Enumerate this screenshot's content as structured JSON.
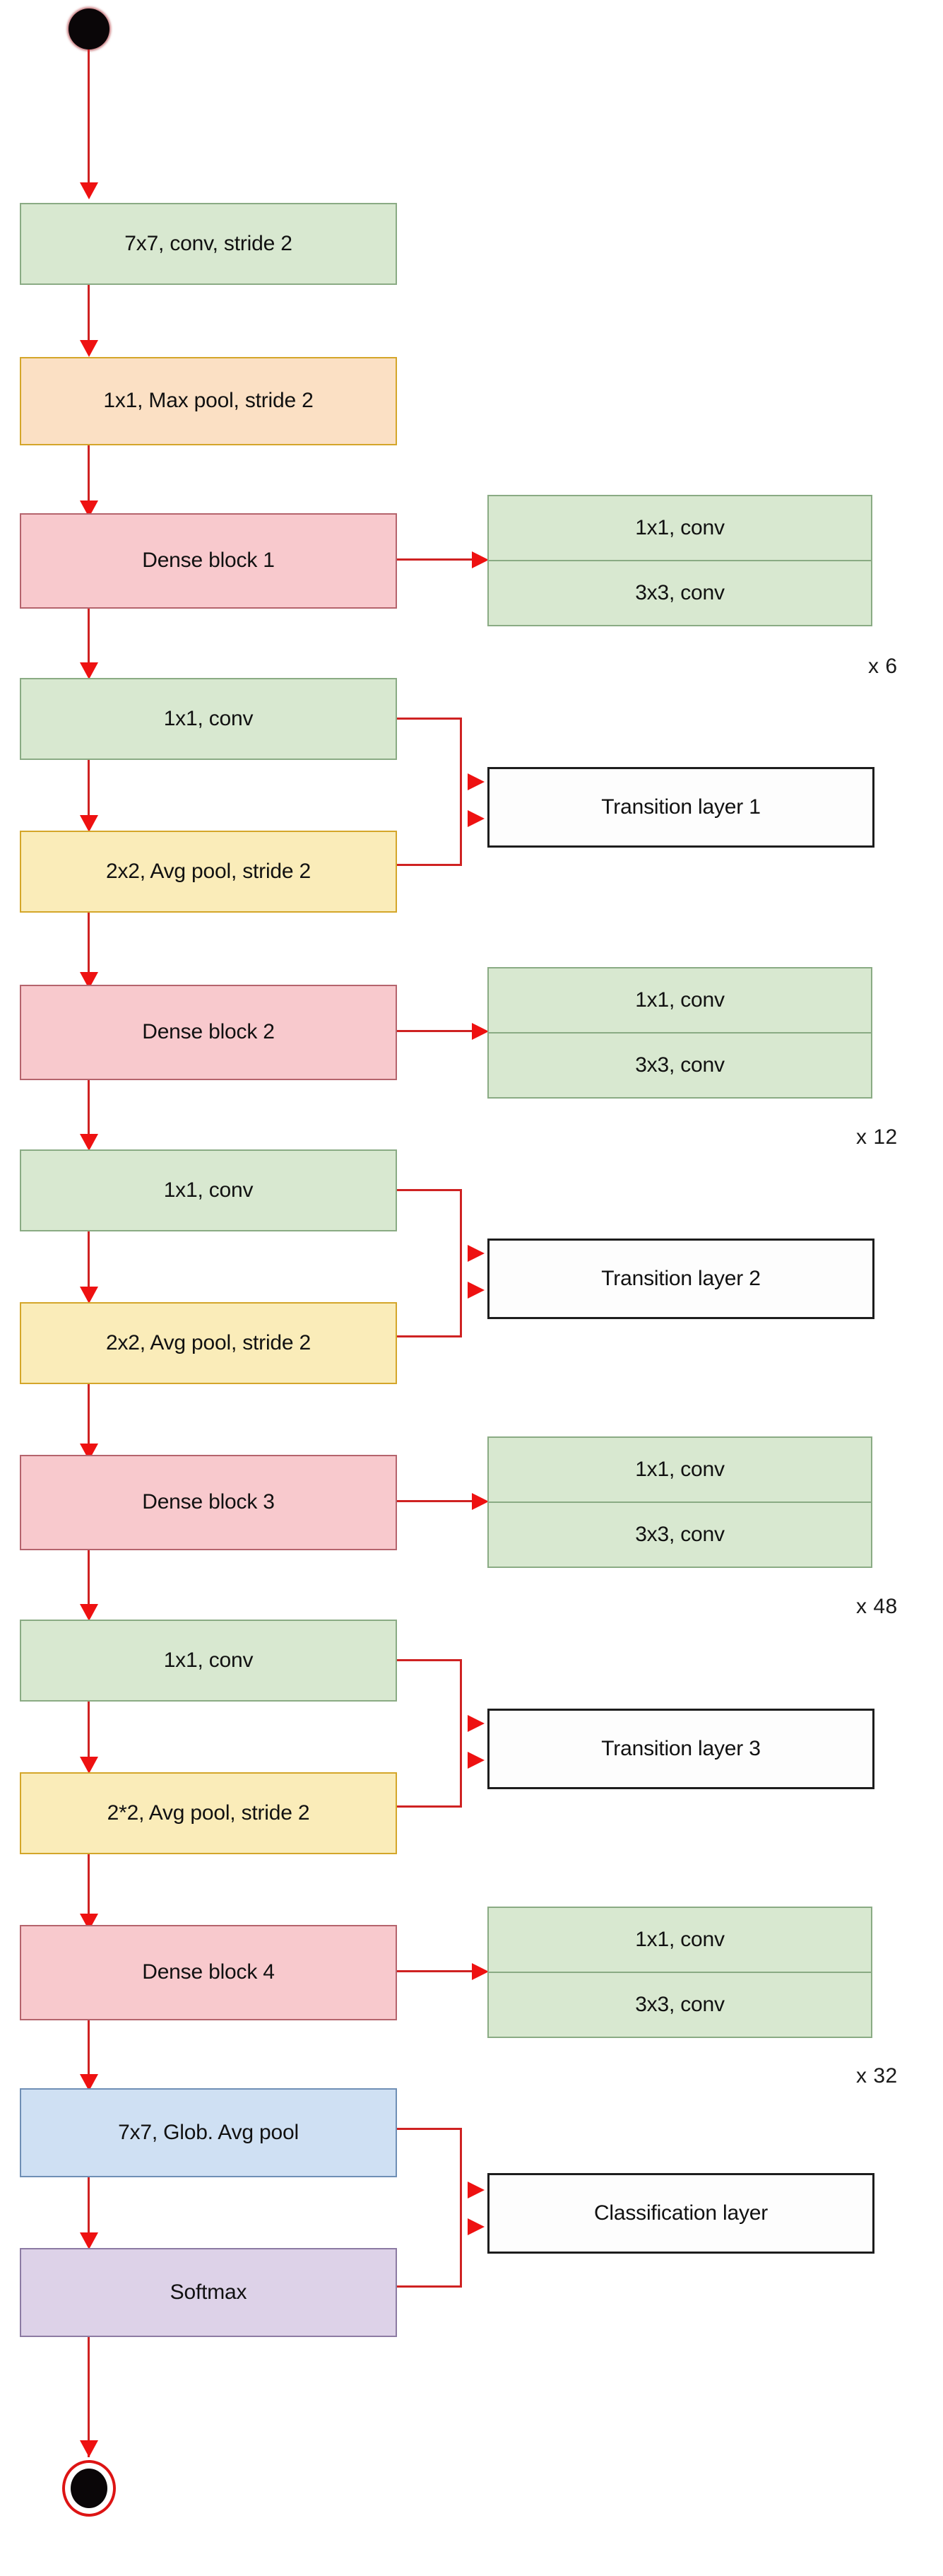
{
  "diagram": {
    "title": "DenseNet architecture flowchart",
    "colors": {
      "arrow": "#cf2222",
      "conv_green": "#d8e8d0",
      "pool_orange": "#fbe0c4",
      "pool_yellow": "#faecb9",
      "dense_red": "#f8c9cd",
      "gap_blue": "#cfe0f3",
      "softmax_purple": "#ddd2e8",
      "plain_white": "#fdfdfd"
    },
    "start_node": "start-node",
    "end_node": "end-node",
    "main_flow": [
      {
        "id": "conv7x7",
        "label": "7x7, conv, stride 2",
        "style": "green"
      },
      {
        "id": "maxpool",
        "label": "1x1, Max pool, stride 2",
        "style": "orange"
      },
      {
        "id": "dense1",
        "label": "Dense block 1",
        "style": "red"
      },
      {
        "id": "conv1x1-a",
        "label": "1x1, conv",
        "style": "green"
      },
      {
        "id": "avgpool-1",
        "label": "2x2, Avg pool, stride 2",
        "style": "yellow"
      },
      {
        "id": "dense2",
        "label": "Dense block 2",
        "style": "red"
      },
      {
        "id": "conv1x1-b",
        "label": "1x1, conv",
        "style": "green"
      },
      {
        "id": "avgpool-2",
        "label": "2x2, Avg pool, stride 2",
        "style": "yellow"
      },
      {
        "id": "dense3",
        "label": "Dense block 3",
        "style": "red"
      },
      {
        "id": "conv1x1-c",
        "label": "1x1, conv",
        "style": "green"
      },
      {
        "id": "avgpool-3",
        "label": "2*2, Avg pool, stride 2",
        "style": "yellow"
      },
      {
        "id": "dense4",
        "label": "Dense block 4",
        "style": "red"
      },
      {
        "id": "globalpool",
        "label": "7x7, Glob. Avg pool",
        "style": "blue"
      },
      {
        "id": "softmax",
        "label": "Softmax",
        "style": "purple"
      }
    ],
    "dense_detail_blocks": [
      {
        "id": "detail-1",
        "top_label": "1x1, conv",
        "bottom_label": "3x3, conv",
        "repeat": "x 6"
      },
      {
        "id": "detail-2",
        "top_label": "1x1, conv",
        "bottom_label": "3x3, conv",
        "repeat": "x 12"
      },
      {
        "id": "detail-3",
        "top_label": "1x1, conv",
        "bottom_label": "3x3, conv",
        "repeat": "x 48"
      },
      {
        "id": "detail-4",
        "top_label": "1x1, conv",
        "bottom_label": "3x3, conv",
        "repeat": "x 32"
      }
    ],
    "annotation_boxes": [
      {
        "id": "transition-1",
        "label": "Transition layer 1"
      },
      {
        "id": "transition-2",
        "label": "Transition layer 2"
      },
      {
        "id": "transition-3",
        "label": "Transition layer 3"
      },
      {
        "id": "classification",
        "label": "Classification layer"
      }
    ]
  }
}
